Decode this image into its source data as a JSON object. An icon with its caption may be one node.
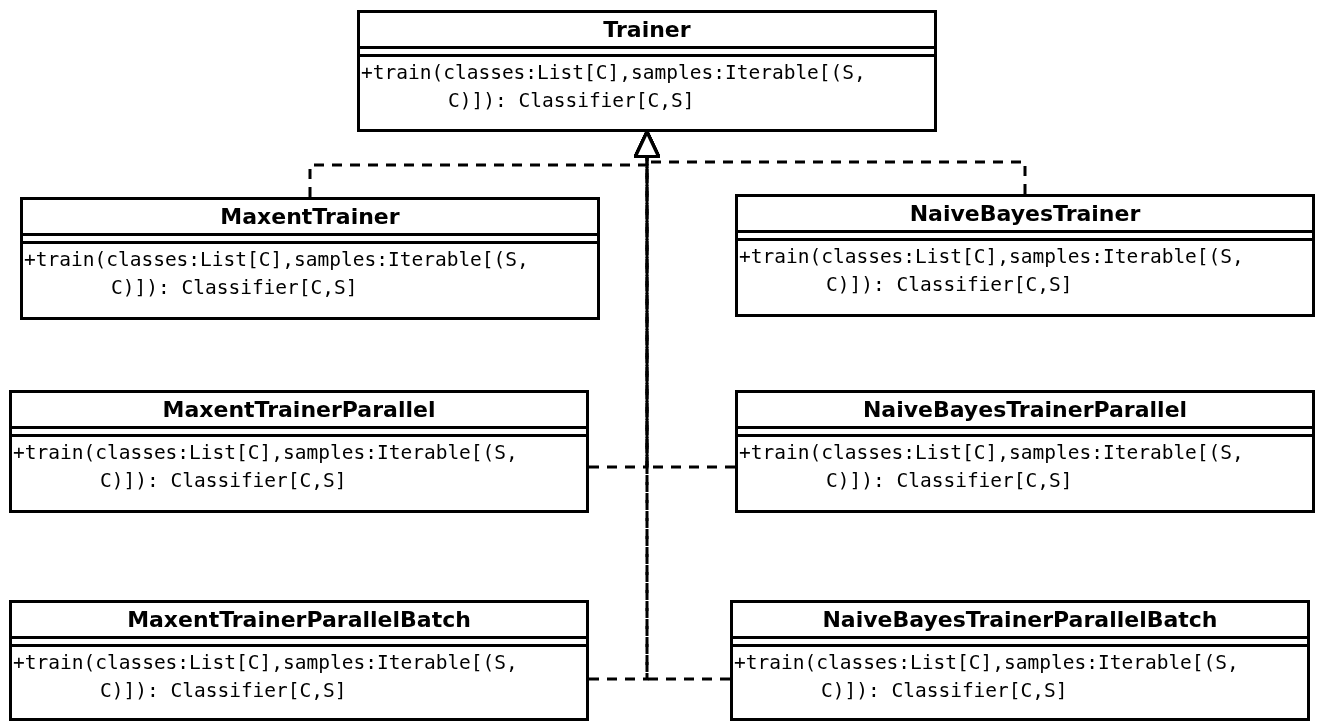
{
  "diagram": {
    "nodes": [
      {
        "text": [
          "Trainer",
          "+train(classes:List[C],samples:Iterable[(S, C)]): Classifier[C,S]"
        ]
      },
      {
        "text": [
          "MaxentTrainer",
          "+train(classes:List[C],samples:Iterable[(S, C)]): Classifier[C,S]"
        ]
      },
      {
        "text": [
          "NaiveBayesTrainer",
          "+train(classes:List[C],samples:Iterable[(S, C)]): Classifier[C,S]"
        ]
      },
      {
        "text": [
          "MaxentTrainerParallel",
          "+train(classes:List[C],samples:Iterable[(S, C)]): Classifier[C,S]"
        ]
      },
      {
        "text": [
          "NaiveBayesTrainerParallel",
          "+train(classes:List[C],samples:Iterable[(S, C)]): Classifier[C,S]"
        ]
      },
      {
        "text": [
          "MaxentTrainerParallelBatch",
          "+train(classes:List[C],samples:Iterable[(S, C)]): Classifier[C,S]"
        ]
      },
      {
        "text": [
          "NaiveBayesTrainerParallelBatch",
          "+train(classes:List[C],samples:Iterable[(S, C)]): Classifier[C,S]"
        ]
      }
    ],
    "edges": [
      {
        "from": 1,
        "to": 0,
        "arrow": "to",
        "style": "dashed"
      },
      {
        "from": 2,
        "to": 0,
        "arrow": "to",
        "style": "dashed"
      },
      {
        "from": 3,
        "to": 0,
        "arrow": "to",
        "style": "dashed"
      },
      {
        "from": 4,
        "to": 0,
        "arrow": "to",
        "style": "dashed"
      },
      {
        "from": 5,
        "to": 0,
        "arrow": "to",
        "style": "dashed"
      },
      {
        "from": 6,
        "to": 0,
        "arrow": "to",
        "style": "dashed"
      }
    ]
  }
}
